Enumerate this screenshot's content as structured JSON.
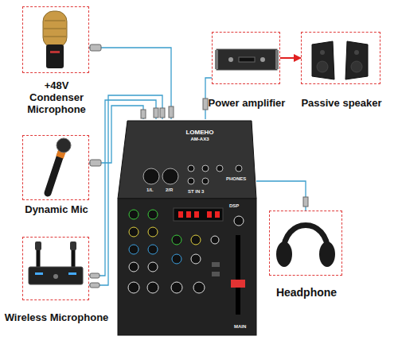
{
  "diagram": {
    "nodes": [
      {
        "text": [
          "+48V Condenser Microphone"
        ]
      },
      {
        "text": [
          "Power amplifier"
        ]
      },
      {
        "text": [
          "Passive speaker"
        ]
      },
      {
        "text": [
          "LOMEHO",
          "AM-AX3"
        ]
      },
      {
        "text": [
          "Dynamic Mic"
        ]
      },
      {
        "text": [
          "Headphone"
        ]
      },
      {
        "text": [
          "Wireless Microphone"
        ]
      }
    ],
    "edges": [
      {
        "from": 0,
        "to": 3,
        "arrow": "none"
      },
      {
        "from": 1,
        "to": 2,
        "arrow": "to"
      },
      {
        "from": 3,
        "to": 1,
        "arrow": "none"
      },
      {
        "from": 4,
        "to": 3,
        "arrow": "none"
      },
      {
        "from": 3,
        "to": 5,
        "arrow": "none"
      },
      {
        "from": 6,
        "to": 3,
        "arrow": "none"
      },
      {
        "from": 6,
        "to": 3,
        "arrow": "none"
      }
    ],
    "labels": [
      "1/L",
      "2/R",
      "ST IN 3",
      "PHONES",
      "DSP",
      "MAIN"
    ]
  }
}
